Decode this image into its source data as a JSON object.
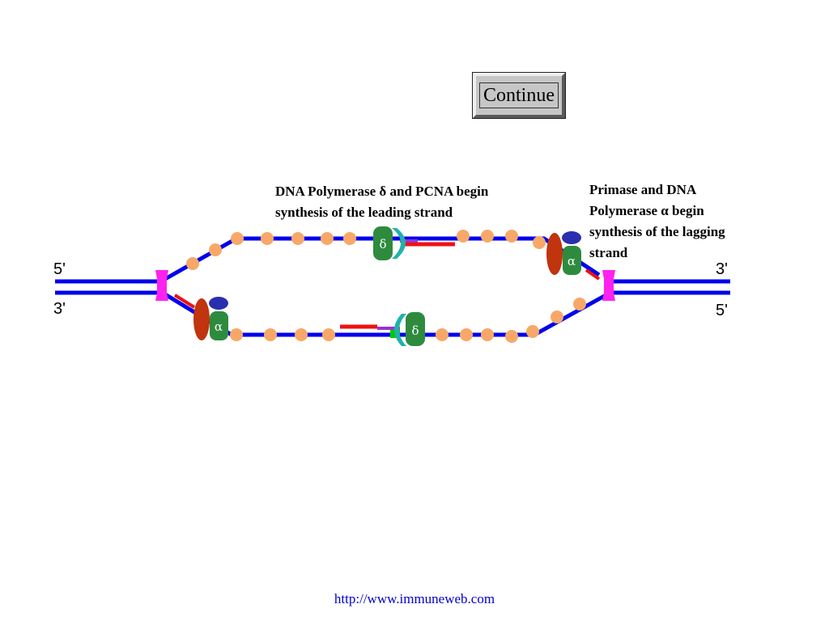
{
  "continue_button": {
    "label": "Continue"
  },
  "labels": {
    "delta_lines": [
      "DNA Polymerase δ and PCNA begin",
      "synthesis of the leading strand"
    ],
    "alpha_lines": [
      "Primase and DNA",
      "Polymerase α begin",
      "synthesis of the lagging",
      "strand"
    ]
  },
  "ends": {
    "left_top": "5'",
    "left_bottom": "3'",
    "right_top": "3'",
    "right_bottom": "5'"
  },
  "enzymes": {
    "delta_symbol": "δ",
    "alpha_symbol": "α"
  },
  "footer": {
    "url": "http://www.immuneweb.com"
  },
  "colors": {
    "strand": "#0000ee",
    "histone": "#f7a868",
    "helicase": "#ff22ee",
    "primer": "#ee1111",
    "polymerase": "#2e8b3e",
    "pcna": "#20b2aa",
    "primase": "#c0340e",
    "primase_cap": "#2a2fb0",
    "rna_link": "#9933cc",
    "link": "#00cc00"
  }
}
